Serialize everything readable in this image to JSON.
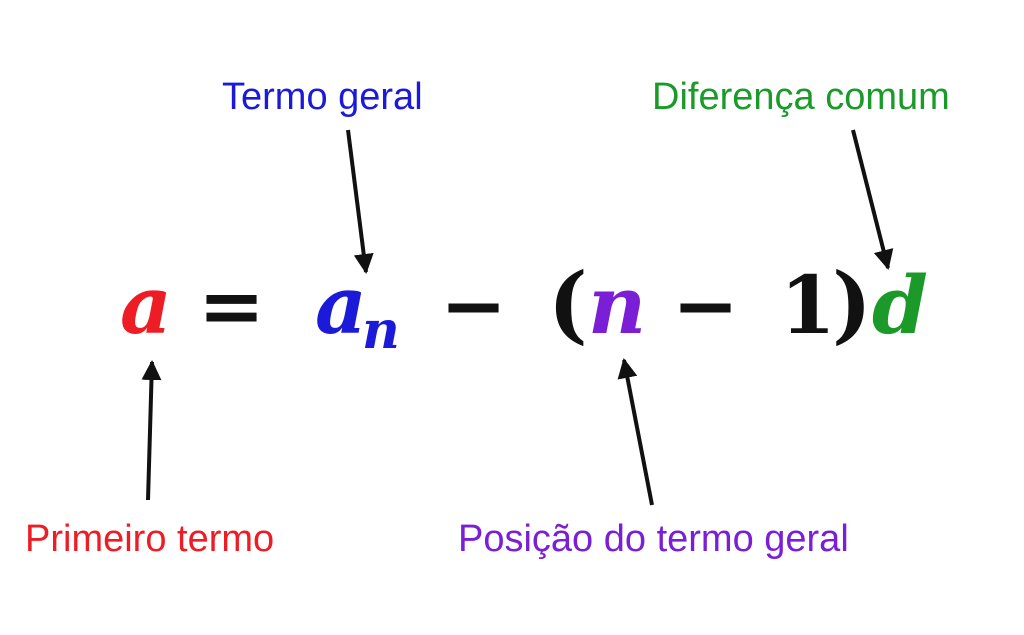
{
  "labels": {
    "termo_geral": "Termo geral",
    "diferenca_comum": "Diferença comum",
    "primeiro_termo": "Primeiro termo",
    "posicao_termo_geral": "Posição do termo geral"
  },
  "equation": {
    "a": "a",
    "equals": "=",
    "an_base": "a",
    "an_sub": "n",
    "minus1": "−",
    "open_paren": "(",
    "n": "n",
    "minus2": "−",
    "one": "1",
    "close_paren": ")",
    "d": "d"
  },
  "colors": {
    "primeiro_termo": "#ee1c24",
    "termo_geral": "#1a1ad8",
    "posicao": "#7a1fd6",
    "diferenca": "#1b9a2a",
    "default": "#111111"
  }
}
